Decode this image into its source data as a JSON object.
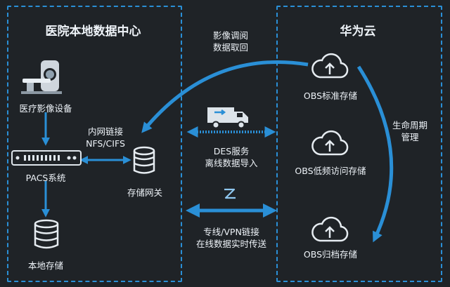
{
  "left_panel": {
    "title": "医院本地数据中心",
    "imaging_device": "医疗影像设备",
    "pacs": "PACS系统",
    "local_storage": "本地存储",
    "storage_gateway": "存储网关",
    "intranet_link": [
      "内网链接",
      "NFS/CIFS"
    ]
  },
  "right_panel": {
    "title": "华为云",
    "obs_standard": "OBS标准存储",
    "obs_infrequent": "OBS低频访问存储",
    "obs_archive": "OBS归档存储",
    "lifecycle": [
      "生命周期",
      "管理"
    ]
  },
  "middle": {
    "retrieval": [
      "影像调阅",
      "数据取回"
    ],
    "des": [
      "DES服务",
      "离线数据导入"
    ],
    "vpn": [
      "专线/VPN链接",
      "在线数据实时传送"
    ]
  },
  "colors": {
    "background": "#1f2327",
    "accent": "#2a8fd6",
    "text": "#eef3f8"
  }
}
